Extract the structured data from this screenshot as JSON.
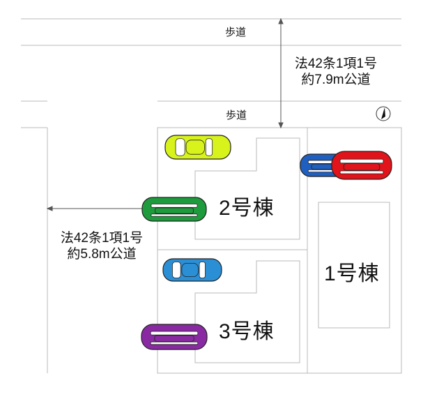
{
  "sidewalk_top": "歩道",
  "sidewalk_bottom": "歩道",
  "road_north": {
    "line1": "法42条1項1号",
    "line2": "約7.9m公道"
  },
  "road_west": {
    "line1": "法42条1項1号",
    "line2": "約5.8m公道"
  },
  "buildings": {
    "b1": "1号棟",
    "b2": "2号棟",
    "b3": "3号棟"
  },
  "compass_icon": "north-arrow-icon",
  "car_colors": {
    "lime": "#d8f21c",
    "green": "#1e9b3c",
    "blue_light": "#2b8fd6",
    "purple": "#8a2aa3",
    "blue": "#1f5fbf",
    "red": "#e0141a"
  }
}
